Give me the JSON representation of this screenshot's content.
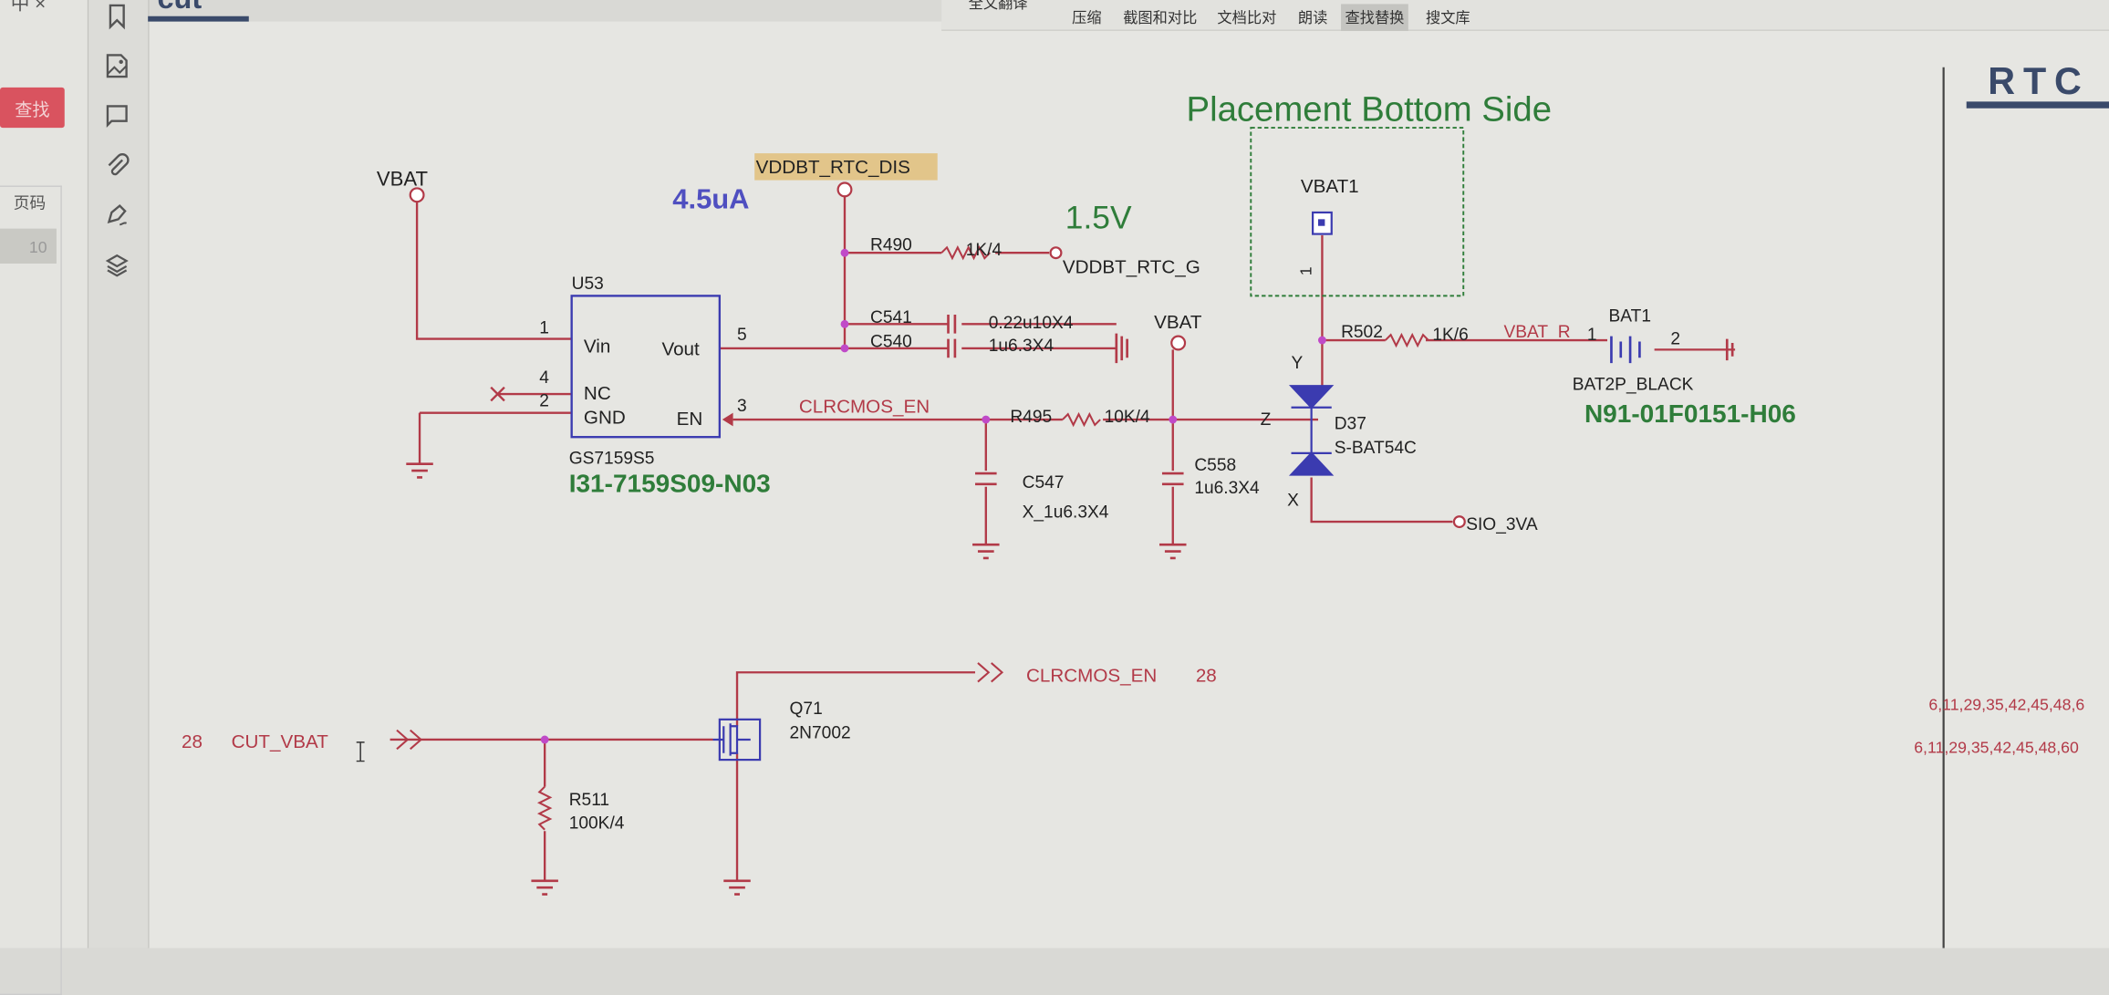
{
  "left_panel": {
    "top_text": "中  ×",
    "find_button": "查找",
    "page_label": "页码",
    "page_value": "10"
  },
  "icons": [
    "bookmark-icon",
    "image-icon",
    "comment-icon",
    "attachment-icon",
    "signature-icon",
    "layers-icon"
  ],
  "toolbar": {
    "items": [
      {
        "label": "全文翻译"
      },
      {
        "label": "压缩"
      },
      {
        "label": "截图和对比"
      },
      {
        "label": "文档比对"
      },
      {
        "label": "朗读"
      },
      {
        "label": "查找替换",
        "active": true
      },
      {
        "label": "搜文库"
      }
    ]
  },
  "schematic": {
    "title_cut": "cut",
    "rtc_title": "RTC",
    "placement": "Placement Bottom Side",
    "vbat": "VBAT",
    "vbat2": "VBAT",
    "vbat1": "VBAT1",
    "vbat1_pin": "1",
    "current": "4.5uA",
    "voltage": "1.5V",
    "vddbt_rtc_dis": "VDDBT_RTC_DIS",
    "u53": {
      "ref": "U53",
      "vin": "Vin",
      "vout": "Vout",
      "nc": "NC",
      "gnd": "GND",
      "en": "EN",
      "p1": "1",
      "p5": "5",
      "p4": "4",
      "p2": "2",
      "p3": "3",
      "part": "GS7159S5",
      "pn": "I31-7159S09-N03"
    },
    "r490": {
      "ref": "R490",
      "value": "1K/4",
      "net": "VDDBT_RTC_G"
    },
    "c541": {
      "ref": "C541",
      "value": "0.22u10X4"
    },
    "c540": {
      "ref": "C540",
      "value": "1u6.3X4"
    },
    "clrcmos_en": "CLRCMOS_EN",
    "r495": {
      "ref": "R495",
      "value": "10K/4"
    },
    "c547": {
      "ref": "C547",
      "value": "X_1u6.3X4"
    },
    "c558": {
      "ref": "C558",
      "value": "1u6.3X4"
    },
    "r502": {
      "ref": "R502",
      "value": "1K/6",
      "net": "VBAT_R"
    },
    "bat1": {
      "ref": "BAT1",
      "p1": "1",
      "p2": "2",
      "part": "BAT2P_BLACK",
      "pn": "N91-01F0151-H06"
    },
    "d37": {
      "ref": "D37",
      "part": "S-BAT54C",
      "y": "Y",
      "z": "Z",
      "x": "X"
    },
    "sio": "SIO_3VA",
    "q71": {
      "ref": "Q71",
      "part": "2N7002"
    },
    "cut_vbat": "CUT_VBAT",
    "cut_vbat_page": "28",
    "clrcmos_out": "CLRCMOS_EN",
    "clrcmos_out_page": "28",
    "r511": {
      "ref": "R511",
      "value": "100K/4"
    },
    "xref1": "6,11,29,35,42,45,48,6",
    "xref2": "6,11,29,35,42,45,48,60"
  },
  "colors": {
    "wire": "#b23a48",
    "net": "#2f7d3a",
    "part": "#3b3bb0",
    "text": "#222"
  }
}
